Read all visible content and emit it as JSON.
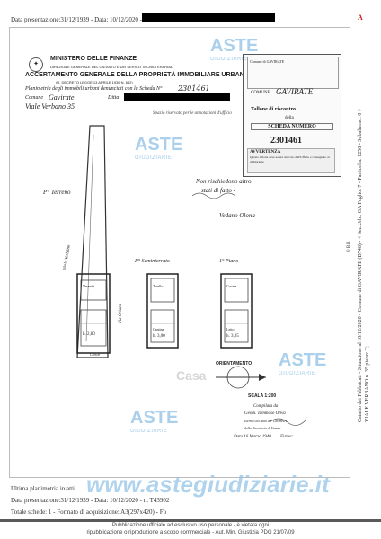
{
  "top_line": "Data presentazione:31/12/1939 - Data: 10/12/2020 - n. T",
  "top_right_mark": "A",
  "header": {
    "ministry": "MINISTERO DELLE FINANZE",
    "direction": "DIREZIONE GENERALE DEL CATASTO E DEI SERVIZI TECNICI ERARIALI",
    "title": "ACCERTAMENTO GENERALE DELLA PROPRIETÀ IMMOBILIARE URBANA",
    "law": "(R. DECRETO LEGGE 13 APRILE 1939 N. 652)",
    "planimetria": "Planimetria degli immobili urbani denunciati con la Scheda N°",
    "scheda_no_hand": "2301461",
    "comune_label": "Comune",
    "comune_hand": "Gavirate",
    "ditta_label": "Ditta",
    "via_hand": "Viale Verbano 35",
    "spazio_note": "Spazio riservato per le annotazioni d'ufficio"
  },
  "right_box": {
    "stamp_text": "Comune di GAVIRATE",
    "comune_label": "COMUNE",
    "comune_value": "GAVIRATE",
    "tallone": "Tallone di riscontro",
    "della": "della",
    "scheda_numero": "SCHEDA NUMERO",
    "number": "2301461",
    "avvertenza": "AVVERTENZA",
    "avvertenza_text": "Questo tallone deve essere staccato dall'Ufficio e consegnato al dichiarante."
  },
  "labels": {
    "piano_terreno": "P° Terreno",
    "piano_seminterrato": "P° Seminterrato",
    "piano_primo": "1° Piano",
    "via_vertical": "Viale Verbano",
    "via_vertical2": "Via Oriana",
    "handwritten_note_1": "Non rischiedono altro",
    "handwritten_note_2": "stati di fatto -",
    "handwritten_sig": "Vedano Olona",
    "veranda": "Veranda",
    "tinello": "Tinello",
    "cantina": "Cantina",
    "cucina": "Cucina",
    "letto": "Letto",
    "h1": "h. 2,80",
    "h2": "h. 3,00",
    "h3": "h. 3,05",
    "cortile": "Cortile",
    "orientamento": "ORIENTAMENTO",
    "scala": "SCALA 1:200",
    "completa_di": "Compilata da",
    "compiler_name": "Geom. Tommaso Oliva",
    "iscritto": "Iscritto all'Albo de' Geometri",
    "provincia": "della Provincia di Varese",
    "data_firma": "Data 16 Marzo 1940",
    "firma_label": "Firma:"
  },
  "watermarks": {
    "aste": "ASTE",
    "giudiziarie": "GIUDIZIARIE",
    "site": "www.astegiudiziarie.it",
    "center": "Casa"
  },
  "side_text_1": "Catasto dei Fabbricati - Situazione al 10/12/2020 - Comune di GAVIRATE (D746) - < Sez.Urb.: GA Foglio: 7 - Particella: 1256 - Subalterno: 0 >",
  "side_text_2": "VIALE VERBANO n. 35 piano: T;",
  "side_ref": "0 B11",
  "bottom": {
    "ultima": "Ultima planimetria in atti",
    "data_line": "Data presentazione:31/12/1939 - Data: 10/12/2020 - n. T43902",
    "schede_line": "Totale schede: 1 - Formato di acquisizione: A3(297x420) - Fo"
  },
  "footer": {
    "line1": "Pubblicazione ufficiale ad esclusivo uso personale - è vietata ogni",
    "line2": "ripubblicazione o riproduzione a scopo commerciale - Aut. Min. Giustizia PDG 21/07/09"
  }
}
